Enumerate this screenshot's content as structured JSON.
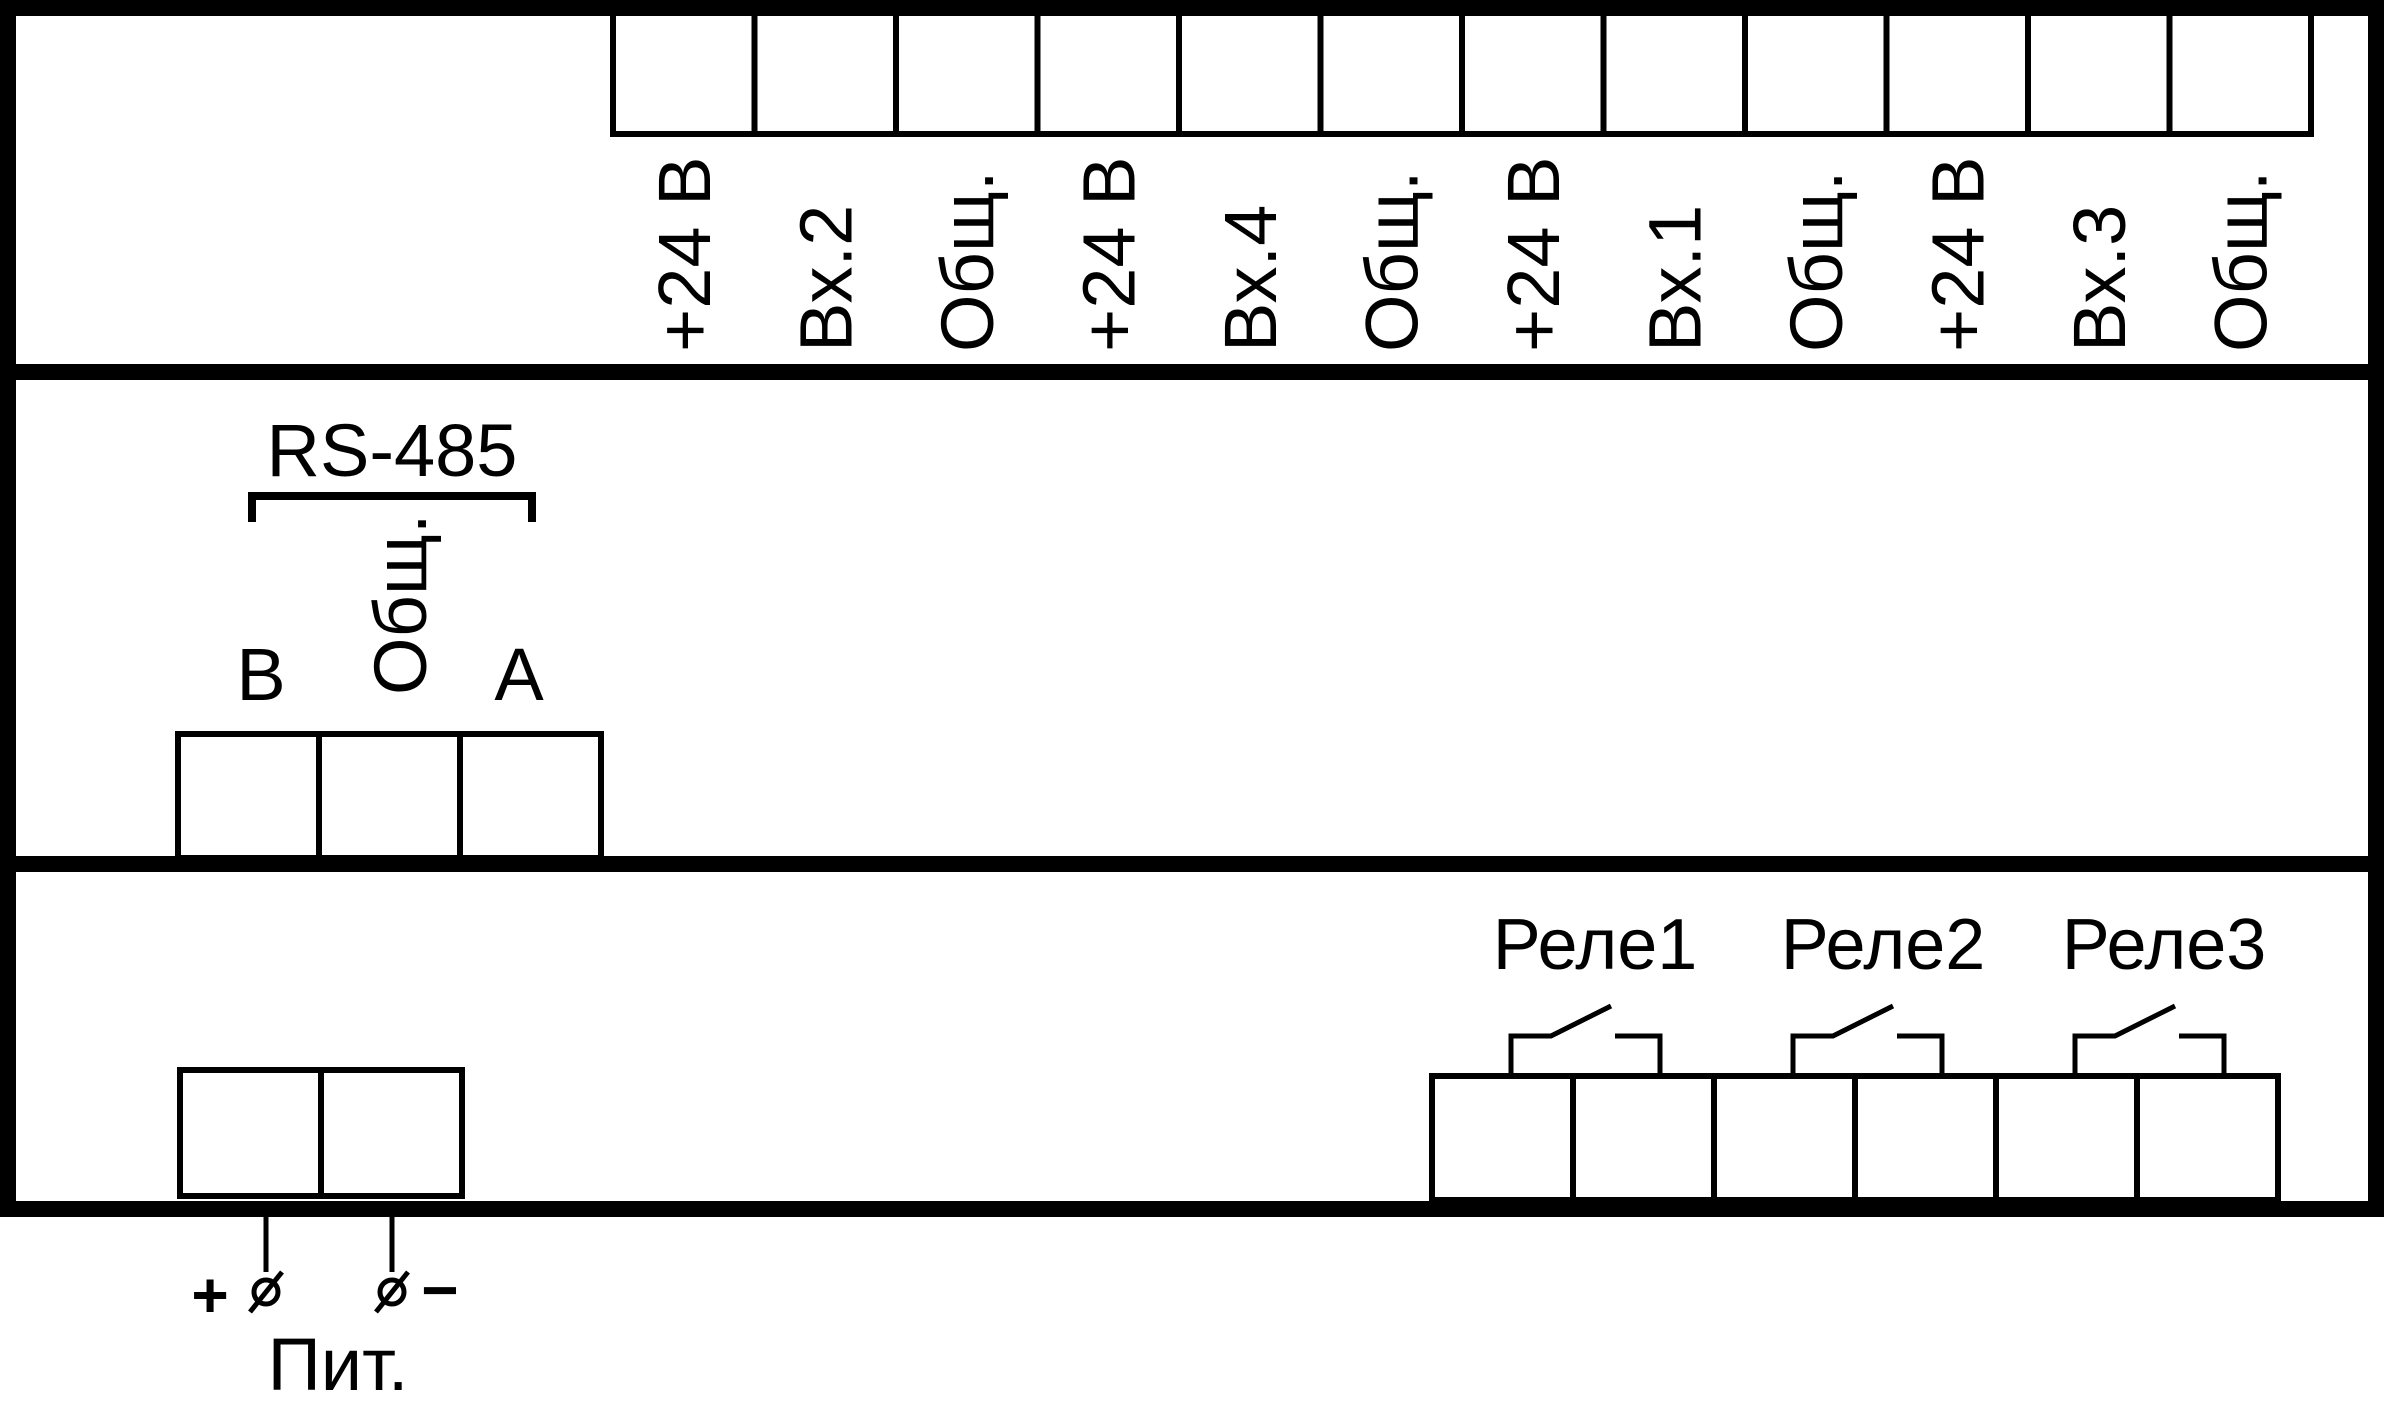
{
  "top_terminals": {
    "labels": [
      "+24 В",
      "Вх.2",
      "Общ.",
      "+24 В",
      "Вх.4",
      "Общ.",
      "+24 В",
      "Вх.1",
      "Общ.",
      "+24 В",
      "Вх.3",
      "Общ."
    ]
  },
  "rs485": {
    "title": "RS-485",
    "labels": [
      "B",
      "Общ.",
      "A"
    ]
  },
  "relays": {
    "labels": [
      "Реле1",
      "Реле2",
      "Реле3"
    ]
  },
  "power": {
    "plus": "+",
    "minus": "−",
    "label": "Пит."
  },
  "colors": {
    "line": "#000000",
    "background": "#ffffff"
  }
}
